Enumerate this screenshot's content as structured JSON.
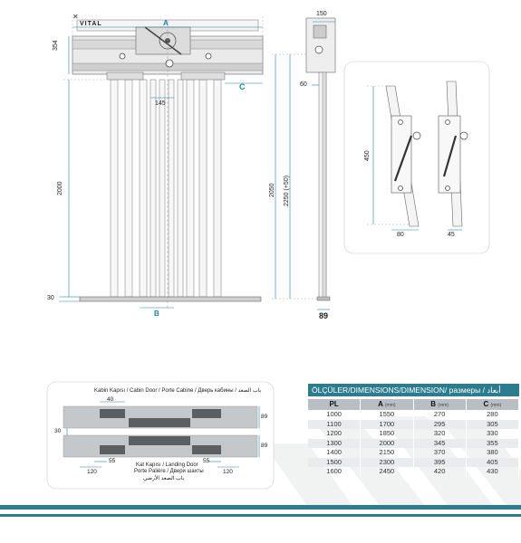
{
  "brand": {
    "name": "VITAL"
  },
  "front_view": {
    "dim_a": "A",
    "dim_354": "354",
    "dim_2000": "2000",
    "dim_30": "30",
    "dim_145": "145",
    "dim_b": "B",
    "dim_c": "C"
  },
  "side_view": {
    "dim_150": "150",
    "dim_60": "60",
    "dim_2050": "2050",
    "dim_2250": "2250 (+50)",
    "dim_89": "89"
  },
  "detail_view": {
    "dim_450": "450",
    "dim_80": "80",
    "dim_45": "45"
  },
  "plan_view": {
    "cabin_door_label": "Kabin Kapısı / Cabin Door / Porte Cabine / Дверь кабины / باب الصعد",
    "landing_door_label_1": "Kat Kapısı / Landing Door",
    "landing_door_label_2": "Porte Palière / Двери шахты",
    "landing_door_label_3": "باب الصعد الأرضي",
    "dim_40": "40",
    "dim_30": "30",
    "dim_89_top": "89",
    "dim_89_bottom": "89",
    "dim_55_left": "55",
    "dim_55_right": "55",
    "dim_120_left": "120",
    "dim_120_right": "120"
  },
  "table": {
    "title": "ÖLÇÜLER/DIMENSIONS/DIMENSION/ размеры / أبعاد",
    "headers": [
      {
        "label": "PL",
        "unit": ""
      },
      {
        "label": "A",
        "unit": "(mm)"
      },
      {
        "label": "B",
        "unit": "(mm)"
      },
      {
        "label": "C",
        "unit": "(mm)"
      }
    ],
    "rows": [
      [
        "1000",
        "1550",
        "270",
        "280"
      ],
      [
        "1100",
        "1700",
        "295",
        "305"
      ],
      [
        "1200",
        "1850",
        "320",
        "330"
      ],
      [
        "1300",
        "2000",
        "345",
        "355"
      ],
      [
        "1400",
        "2150",
        "370",
        "380"
      ],
      [
        "1500",
        "2300",
        "395",
        "405"
      ],
      [
        "1600",
        "2450",
        "420",
        "430"
      ]
    ]
  },
  "colors": {
    "accent": "#2b7c8f",
    "dimension_blue": "#1a84a8",
    "panel_grey": "#c4c8cb",
    "dark_block": "#5c5f61"
  }
}
